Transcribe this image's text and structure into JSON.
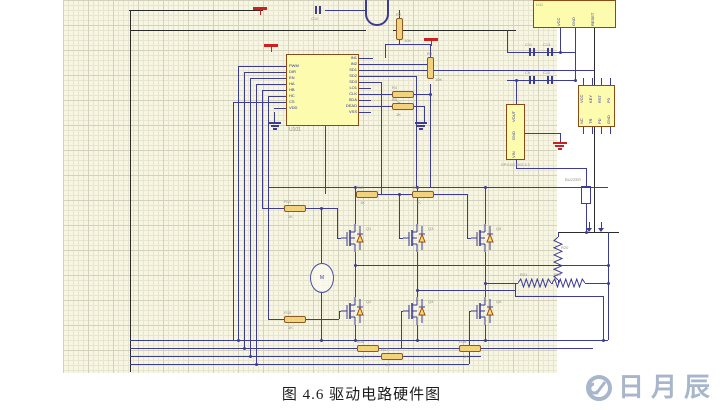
{
  "caption": "图 4.6  驱动电路硬件图",
  "watermark": {
    "text": "日月辰",
    "color": "#a8b6cb"
  },
  "colors": {
    "canvas_bg": "#f7f6e3",
    "grid_minor": "#e7e5d0",
    "grid_major": "#d3d1bc",
    "wire_blue": "#3c3c94",
    "wire_black": "#2b2b2b",
    "power_red": "#cc2020",
    "ic_fill": "#fdfcae",
    "ic_border": "#8a4a18",
    "resistor_fill": "#f2d27c",
    "label_gray": "#90907c",
    "pin_text": "#2828a0"
  },
  "schematic": {
    "main_ic": {
      "ref": "U101",
      "left_pins": [
        "PWM",
        "DIR",
        "EN",
        "HA",
        "HB",
        "HC",
        "CS",
        "VDD"
      ],
      "right_pins": [
        "IN1",
        "IN2",
        "SD1",
        "SD2",
        "SD3",
        "LO1",
        "CLK",
        "SDA",
        "DEAD",
        "VSS"
      ]
    },
    "supervisor_ic": {
      "ref": "U11",
      "bottom_pins": [
        "VCC",
        "GND",
        "RESET"
      ]
    },
    "aux_ic": {
      "top_pins": [
        "VCC",
        "KEY",
        "RST",
        "P0"
      ],
      "bottom_pins": [
        "NC",
        "TR",
        "PD",
        "GND"
      ]
    },
    "regulator": {
      "part": "SPX1117M3-3.3",
      "pins": [
        "VOUT",
        "GND",
        "VIN"
      ]
    },
    "buzzer_label": "BUZZER",
    "motor_label": "M",
    "resistors": [
      {
        "ref": "R2",
        "value": "10K"
      },
      {
        "ref": "R3",
        "value": "10K"
      },
      {
        "ref": "R4",
        "value": "1K"
      },
      {
        "ref": "R5",
        "value": "1K"
      },
      {
        "ref": "R11",
        "value": "1K"
      },
      {
        "ref": "R12",
        "value": "1K"
      },
      {
        "ref": "R14",
        "value": "1K"
      },
      {
        "ref": "R15",
        "value": "1K"
      },
      {
        "ref": "R16",
        "value": "1K"
      },
      {
        "ref": "R17",
        "value": "1K"
      },
      {
        "ref": "R18",
        "value": "1K"
      }
    ],
    "zigzag_resistors": [
      "R20",
      "R21",
      "R22"
    ],
    "mosfets": [
      "Q1",
      "Q3",
      "Q5",
      "Q2",
      "Q4",
      "Q6"
    ],
    "capacitors": [
      "C10",
      "C11",
      "C13",
      "C9",
      "C12"
    ]
  }
}
